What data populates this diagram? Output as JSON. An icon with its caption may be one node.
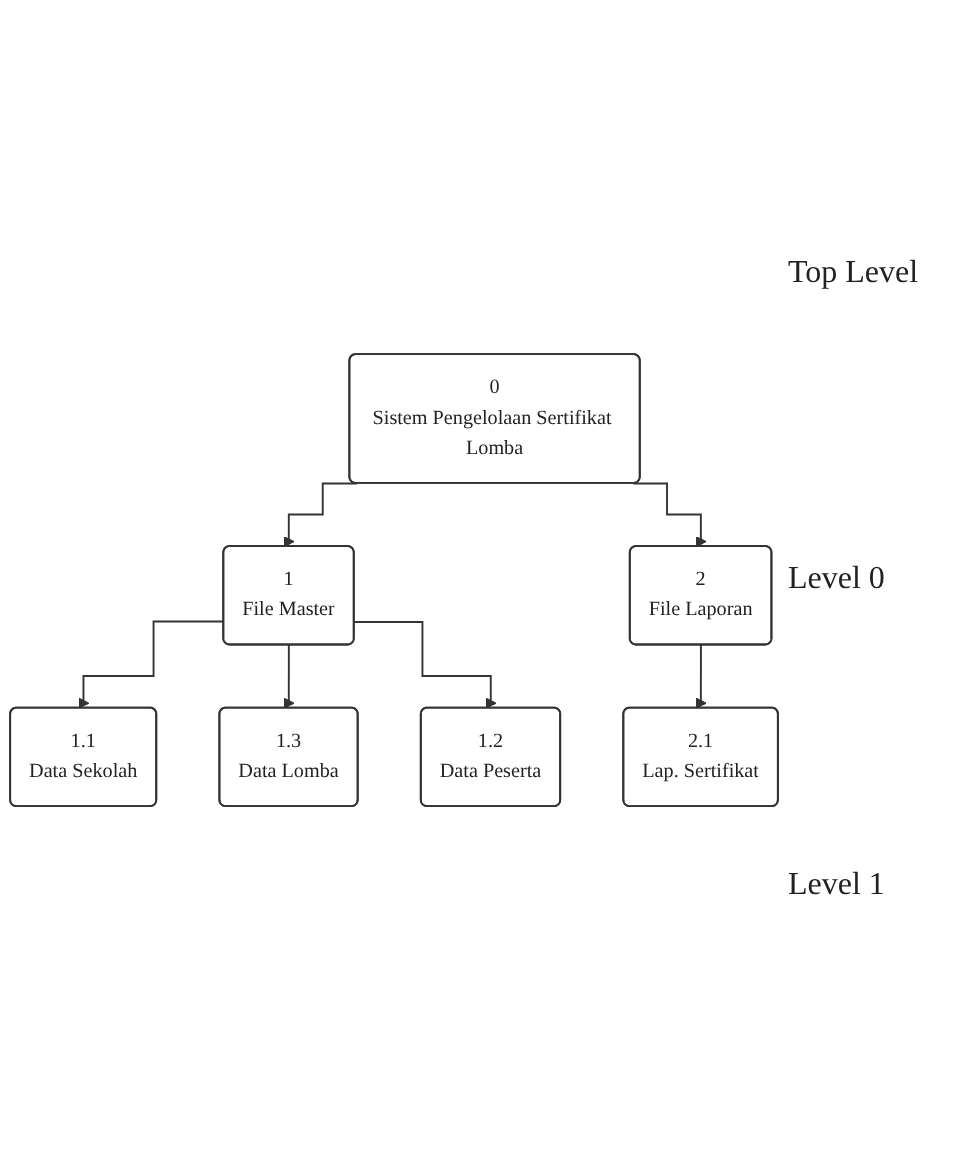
{
  "diagram": {
    "nodes": [
      {
        "text": [
          "0",
          "Sistem Pengelolaan Sertifikat Lomba"
        ]
      },
      {
        "text": [
          "1",
          "File Master"
        ]
      },
      {
        "text": [
          "2",
          "File Laporan"
        ]
      },
      {
        "text": [
          "1.1",
          "Data Sekolah"
        ]
      },
      {
        "text": [
          "2.1",
          "Lap. Sertifikat"
        ]
      },
      {
        "text": [
          "1.3",
          "Data Lomba"
        ]
      },
      {
        "text": [
          "1.2",
          "Data Peserta"
        ]
      }
    ],
    "edges": [
      {
        "from": 0,
        "to": 1,
        "arrow": "to"
      },
      {
        "from": 0,
        "to": 2,
        "arrow": "to"
      },
      {
        "from": 1,
        "to": 3,
        "arrow": "to"
      },
      {
        "from": 1,
        "to": 5,
        "arrow": "to"
      },
      {
        "from": 1,
        "to": 6,
        "arrow": "to"
      },
      {
        "from": 2,
        "to": 4,
        "arrow": "to"
      }
    ],
    "labels": [
      "Top Level",
      "Level 0",
      "Level 1"
    ]
  }
}
